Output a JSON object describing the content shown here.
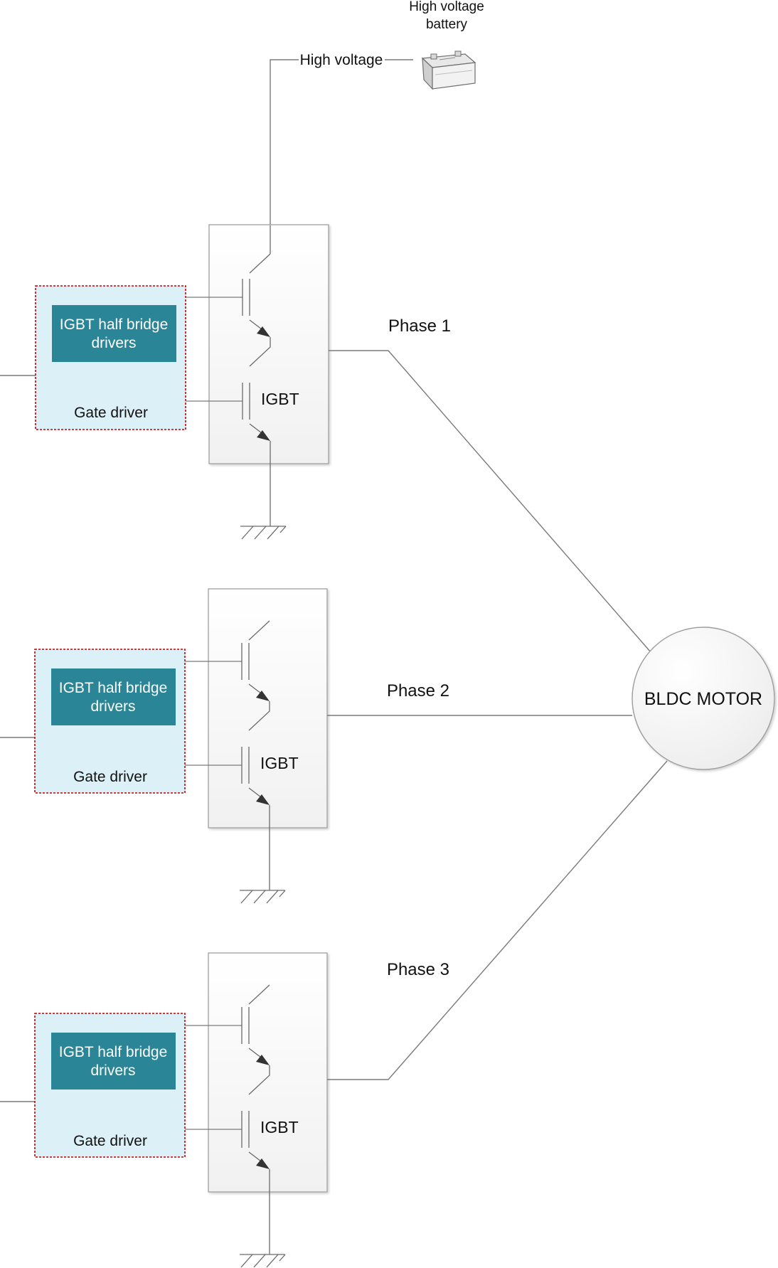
{
  "battery": {
    "label_line1": "High voltage",
    "label_line2": "battery",
    "rail_label": "High voltage"
  },
  "stages": [
    {
      "driver_title_line1": "IGBT half bridge",
      "driver_title_line2": "drivers",
      "driver_caption": "Gate driver",
      "switch_label": "IGBT",
      "phase_label": "Phase 1"
    },
    {
      "driver_title_line1": "IGBT half bridge",
      "driver_title_line2": "drivers",
      "driver_caption": "Gate driver",
      "switch_label": "IGBT",
      "phase_label": "Phase 2"
    },
    {
      "driver_title_line1": "IGBT half bridge",
      "driver_title_line2": "drivers",
      "driver_caption": "Gate driver",
      "switch_label": "IGBT",
      "phase_label": "Phase 3"
    }
  ],
  "motor": {
    "label": "BLDC MOTOR"
  },
  "colors": {
    "driver_fill": "#dcf0f8",
    "driver_border": "#c00000",
    "driver_title_fill": "#2a8596",
    "igbt_fill": "#f7f7f7",
    "igbt_border": "#9e9e9e",
    "wire": "#7a7a7a"
  }
}
